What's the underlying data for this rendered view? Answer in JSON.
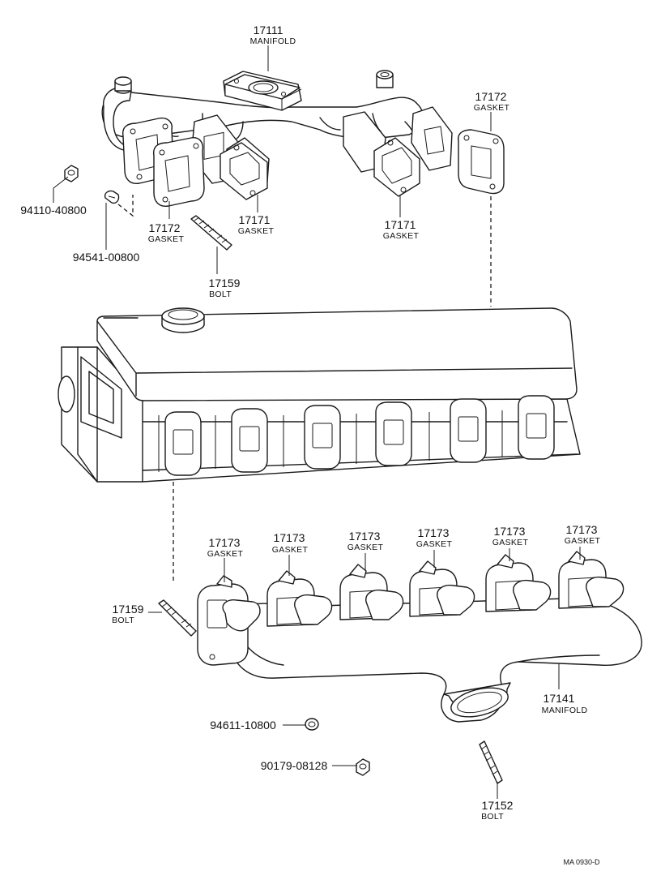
{
  "parts": {
    "top_manifold": {
      "number": "17111",
      "name": "MANIFOLD"
    },
    "gasket_17172_right": {
      "number": "17172",
      "name": "GASKET"
    },
    "nut_94110": {
      "number": "94110-40800"
    },
    "gasket_17172_left": {
      "number": "17172",
      "name": "GASKET"
    },
    "gasket_17171_left": {
      "number": "17171",
      "name": "GASKET"
    },
    "gasket_17171_right": {
      "number": "17171",
      "name": "GASKET"
    },
    "washer_94541": {
      "number": "94541-00800"
    },
    "bolt_17159_top": {
      "number": "17159",
      "name": "BOLT"
    },
    "gaskets_17173": [
      {
        "number": "17173",
        "name": "GASKET"
      },
      {
        "number": "17173",
        "name": "GASKET"
      },
      {
        "number": "17173",
        "name": "GASKET"
      },
      {
        "number": "17173",
        "name": "GASKET"
      },
      {
        "number": "17173",
        "name": "GASKET"
      },
      {
        "number": "17173",
        "name": "GASKET"
      }
    ],
    "bolt_17159_bottom": {
      "number": "17159",
      "name": "BOLT"
    },
    "exhaust_manifold": {
      "number": "17141",
      "name": "MANIFOLD"
    },
    "nut_94611": {
      "number": "94611-10800"
    },
    "nut_90179": {
      "number": "90179-08128"
    },
    "bolt_17152": {
      "number": "17152",
      "name": "BOLT"
    }
  },
  "drawing_code": "MA 0930-D"
}
